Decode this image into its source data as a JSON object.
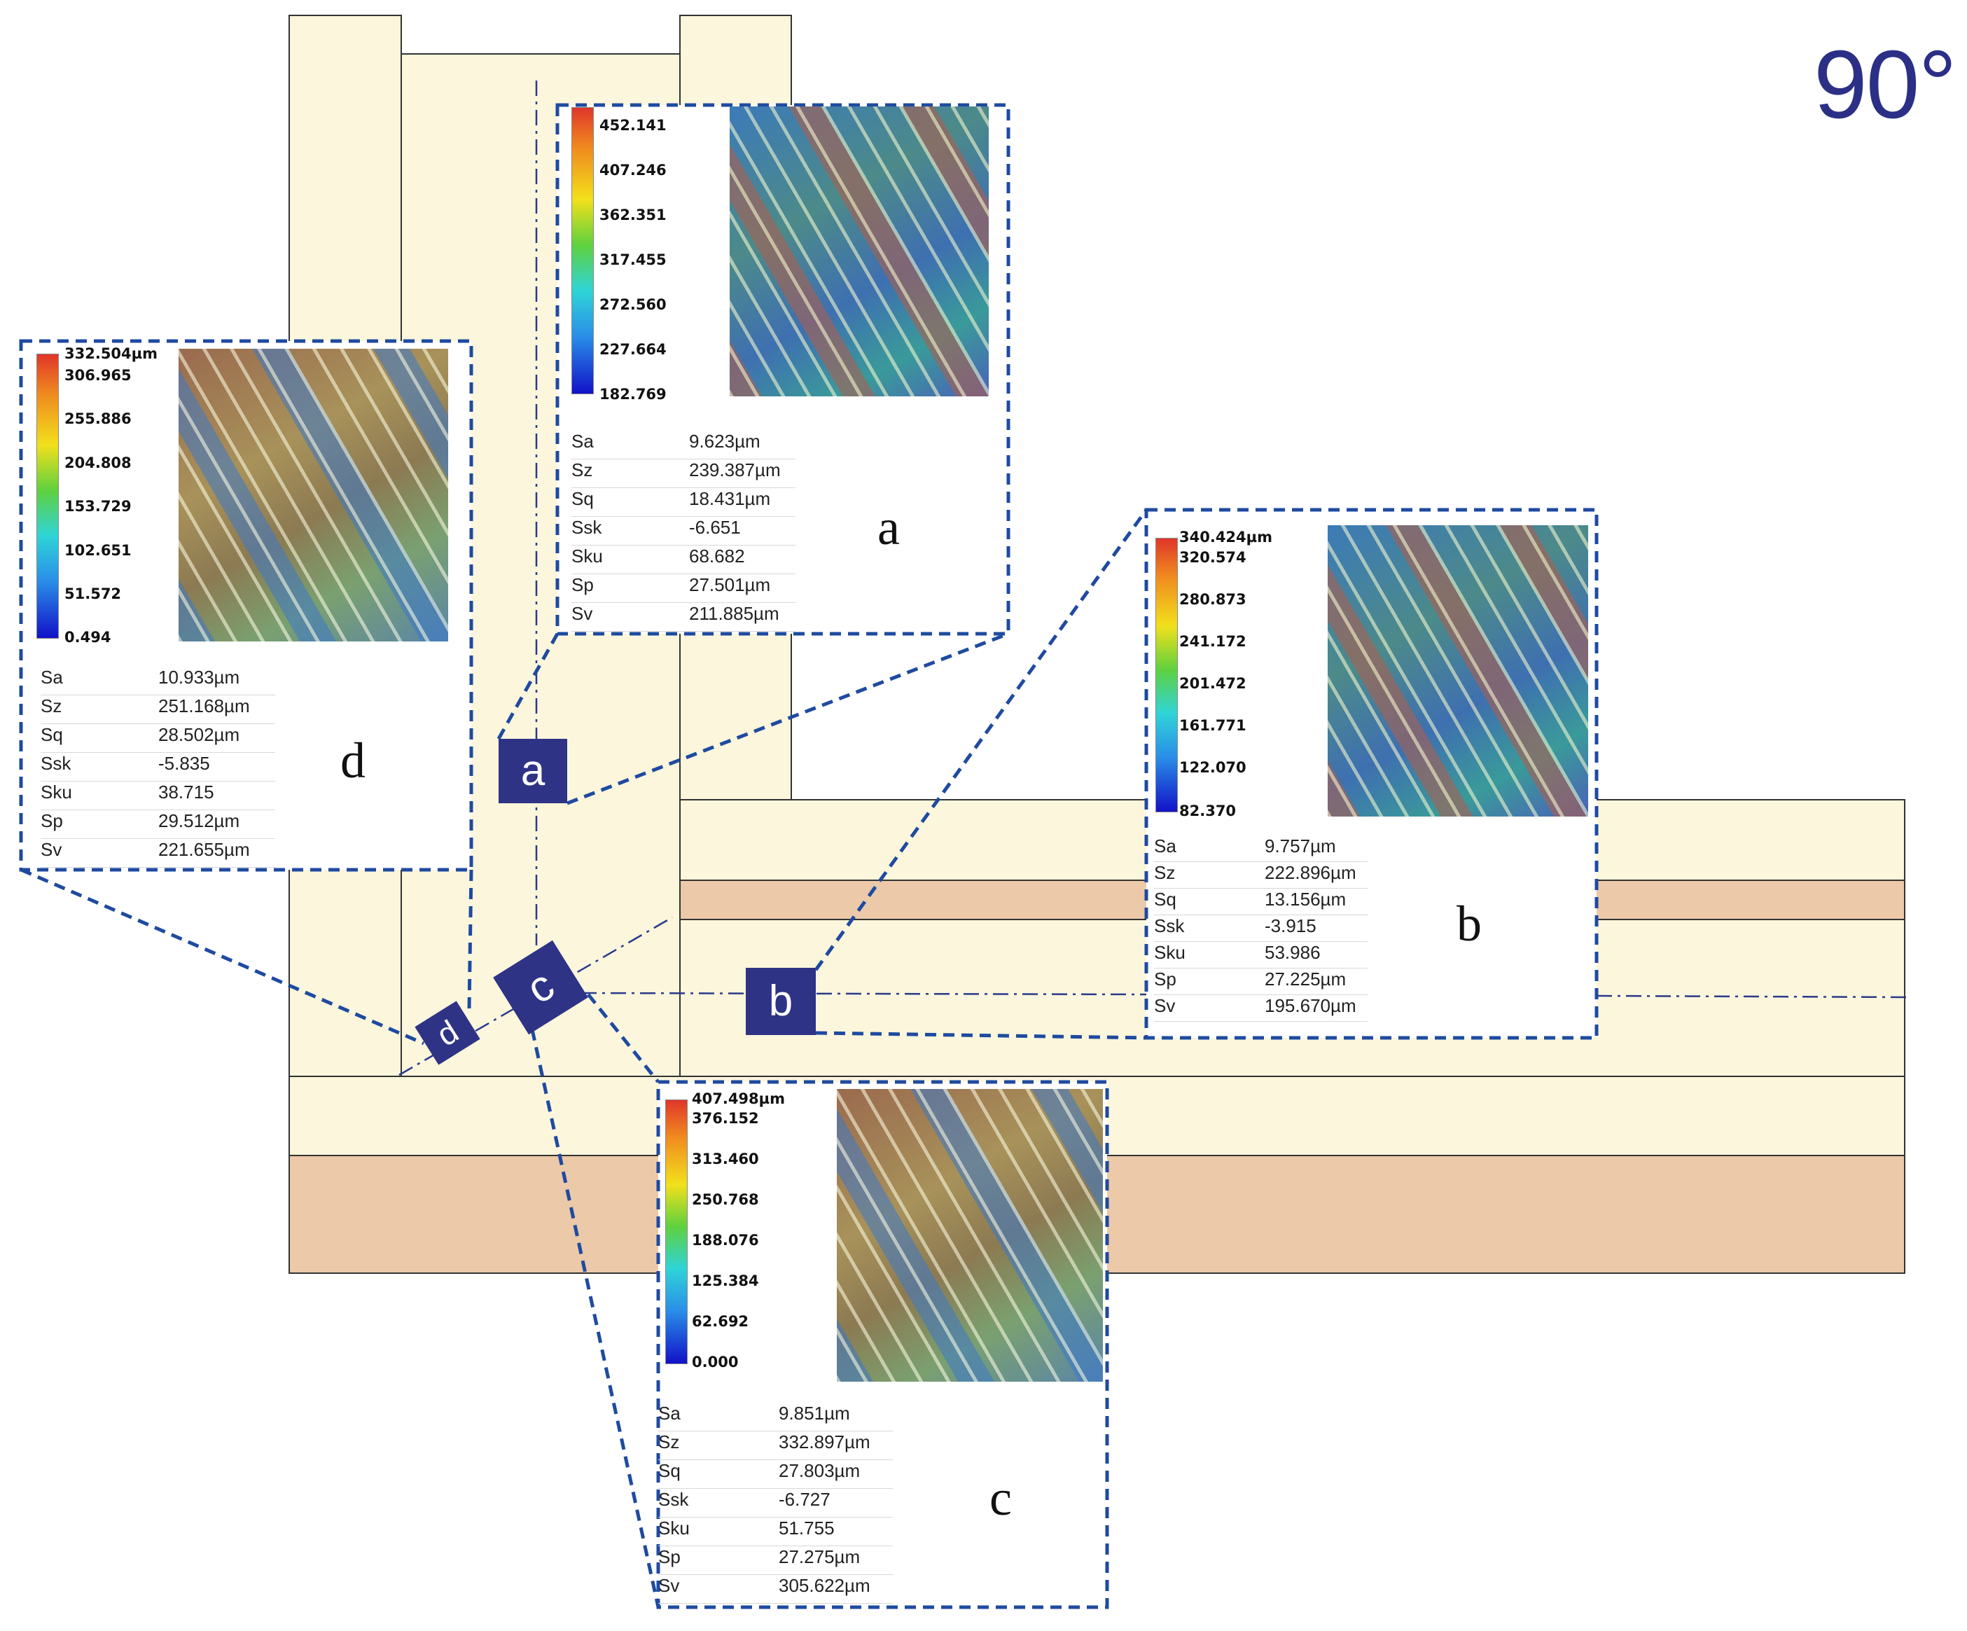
{
  "angle_label": "90°",
  "markers": {
    "a": "a",
    "b": "b",
    "c": "c",
    "d": "d"
  },
  "colors": {
    "frame_blue": "#1f4aa0",
    "marker_bg": "#2e3386",
    "part_fill": "#fbf6dc",
    "plate_fill": "#ecc9a8",
    "angle_text": "#2b2f86"
  },
  "panels": {
    "a": {
      "tag": "a",
      "colorbar": [
        "452.141",
        "407.246",
        "362.351",
        "317.455",
        "272.560",
        "227.664",
        "182.769"
      ],
      "metrics": [
        {
          "name": "Sa",
          "value": "9.623µm"
        },
        {
          "name": "Sz",
          "value": "239.387µm"
        },
        {
          "name": "Sq",
          "value": "18.431µm"
        },
        {
          "name": "Ssk",
          "value": "-6.651"
        },
        {
          "name": "Sku",
          "value": "68.682"
        },
        {
          "name": "Sp",
          "value": "27.501µm"
        },
        {
          "name": "Sv",
          "value": "211.885µm"
        }
      ]
    },
    "b": {
      "tag": "b",
      "colorbar": [
        "340.424µm",
        "320.574",
        "280.873",
        "241.172",
        "201.472",
        "161.771",
        "122.070",
        "82.370"
      ],
      "metrics": [
        {
          "name": "Sa",
          "value": "9.757µm"
        },
        {
          "name": "Sz",
          "value": "222.896µm"
        },
        {
          "name": "Sq",
          "value": "13.156µm"
        },
        {
          "name": "Ssk",
          "value": "-3.915"
        },
        {
          "name": "Sku",
          "value": "53.986"
        },
        {
          "name": "Sp",
          "value": "27.225µm"
        },
        {
          "name": "Sv",
          "value": "195.670µm"
        }
      ]
    },
    "c": {
      "tag": "c",
      "colorbar": [
        "407.498µm",
        "376.152",
        "313.460",
        "250.768",
        "188.076",
        "125.384",
        "62.692",
        "0.000"
      ],
      "metrics": [
        {
          "name": "Sa",
          "value": "9.851µm"
        },
        {
          "name": "Sz",
          "value": "332.897µm"
        },
        {
          "name": "Sq",
          "value": "27.803µm"
        },
        {
          "name": "Ssk",
          "value": "-6.727"
        },
        {
          "name": "Sku",
          "value": "51.755"
        },
        {
          "name": "Sp",
          "value": "27.275µm"
        },
        {
          "name": "Sv",
          "value": "305.622µm"
        }
      ]
    },
    "d": {
      "tag": "d",
      "colorbar": [
        "332.504µm",
        "306.965",
        "255.886",
        "204.808",
        "153.729",
        "102.651",
        "51.572",
        "0.494"
      ],
      "metrics": [
        {
          "name": "Sa",
          "value": "10.933µm"
        },
        {
          "name": "Sz",
          "value": "251.168µm"
        },
        {
          "name": "Sq",
          "value": "28.502µm"
        },
        {
          "name": "Ssk",
          "value": "-5.835"
        },
        {
          "name": "Sku",
          "value": "38.715"
        },
        {
          "name": "Sp",
          "value": "29.512µm"
        },
        {
          "name": "Sv",
          "value": "221.655µm"
        }
      ]
    }
  }
}
